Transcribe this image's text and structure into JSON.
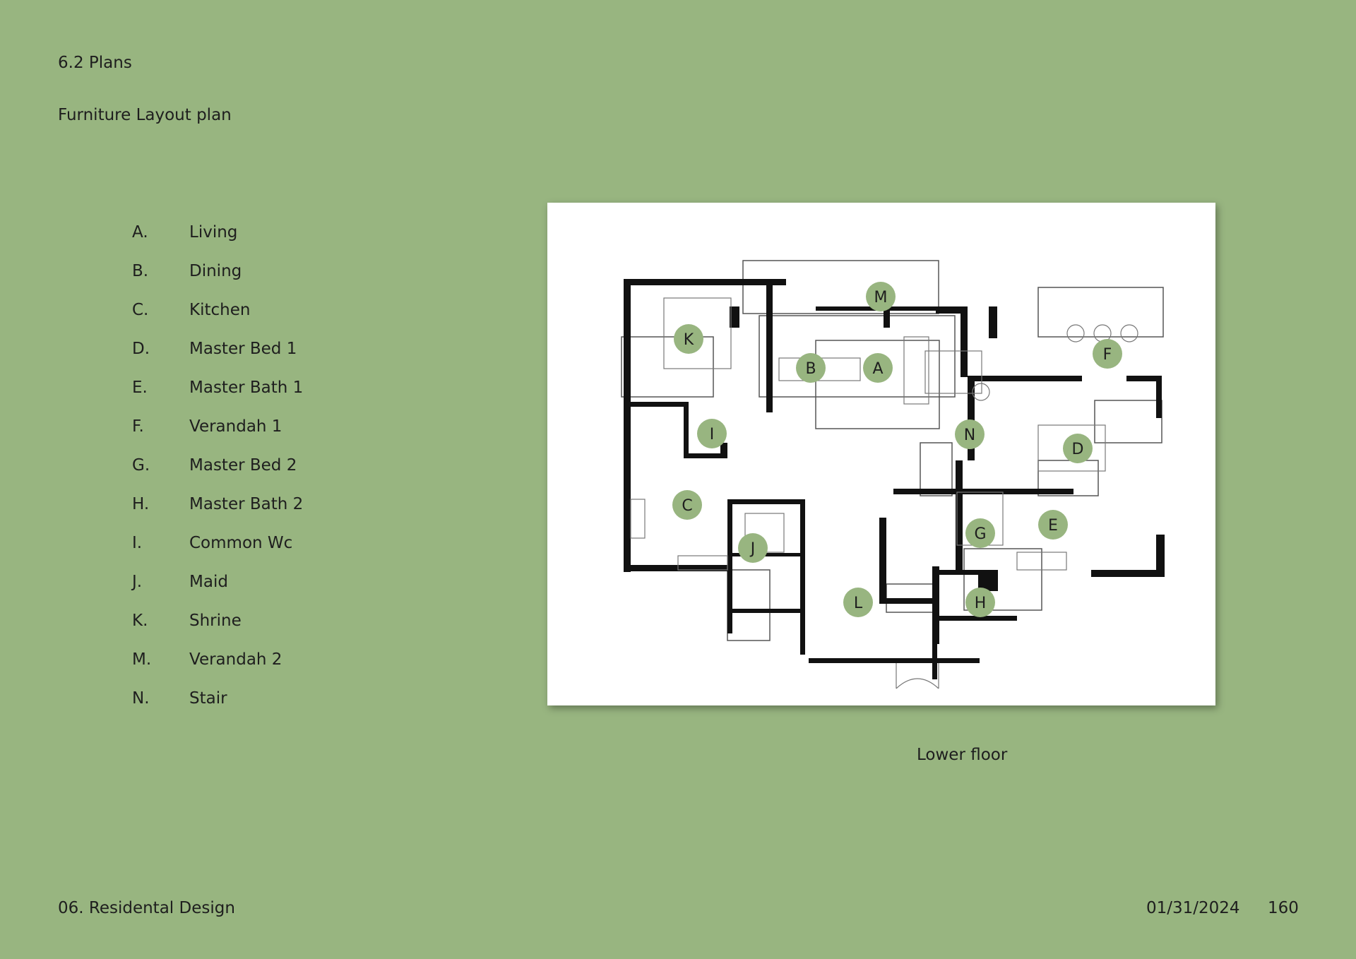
{
  "header": {
    "section": "6.2 Plans",
    "title": "Furniture Layout plan"
  },
  "legend": [
    {
      "letter": "A.",
      "room": "Living"
    },
    {
      "letter": "B.",
      "room": "Dining"
    },
    {
      "letter": "C.",
      "room": "Kitchen"
    },
    {
      "letter": "D.",
      "room": "Master Bed 1"
    },
    {
      "letter": "E.",
      "room": "Master Bath 1"
    },
    {
      "letter": "F.",
      "room": "Verandah 1"
    },
    {
      "letter": "G.",
      "room": "Master Bed 2"
    },
    {
      "letter": "H.",
      "room": "Master Bath 2"
    },
    {
      "letter": "I.",
      "room": "Common Wc"
    },
    {
      "letter": "J.",
      "room": "Maid"
    },
    {
      "letter": "K.",
      "room": "Shrine"
    },
    {
      "letter": "M.",
      "room": "Verandah 2"
    },
    {
      "letter": "N.",
      "room": "Stair"
    }
  ],
  "plan": {
    "caption": "Lower floor",
    "marker_color": "#98b580",
    "markers": [
      "A",
      "B",
      "C",
      "D",
      "E",
      "F",
      "G",
      "H",
      "I",
      "J",
      "K",
      "L",
      "M",
      "N"
    ]
  },
  "footer": {
    "chapter": "06. Residental Design",
    "date": "01/31/2024",
    "page": "160"
  }
}
